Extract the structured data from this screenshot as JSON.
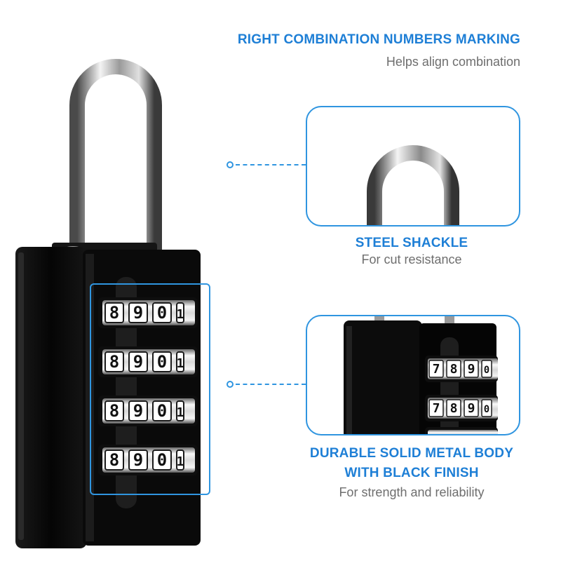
{
  "features": [
    {
      "title": "RIGHT COMBINATION NUMBERS MARKING",
      "subtitle": "Helps align combination"
    },
    {
      "title": "STEEL SHACKLE",
      "subtitle": "For cut resistance"
    },
    {
      "title_line1": "DURABLE SOLID METAL BODY",
      "title_line2": "WITH BLACK FINISH",
      "subtitle": "For strength and reliability"
    }
  ],
  "dial_digits": [
    "8",
    "9",
    "0",
    "1"
  ],
  "detail_digits": [
    "7",
    "8",
    "9",
    "0"
  ],
  "colors": {
    "accent": "#1e7fd6",
    "body": "#0b0b0b",
    "subtitle": "#6e6e6e"
  }
}
